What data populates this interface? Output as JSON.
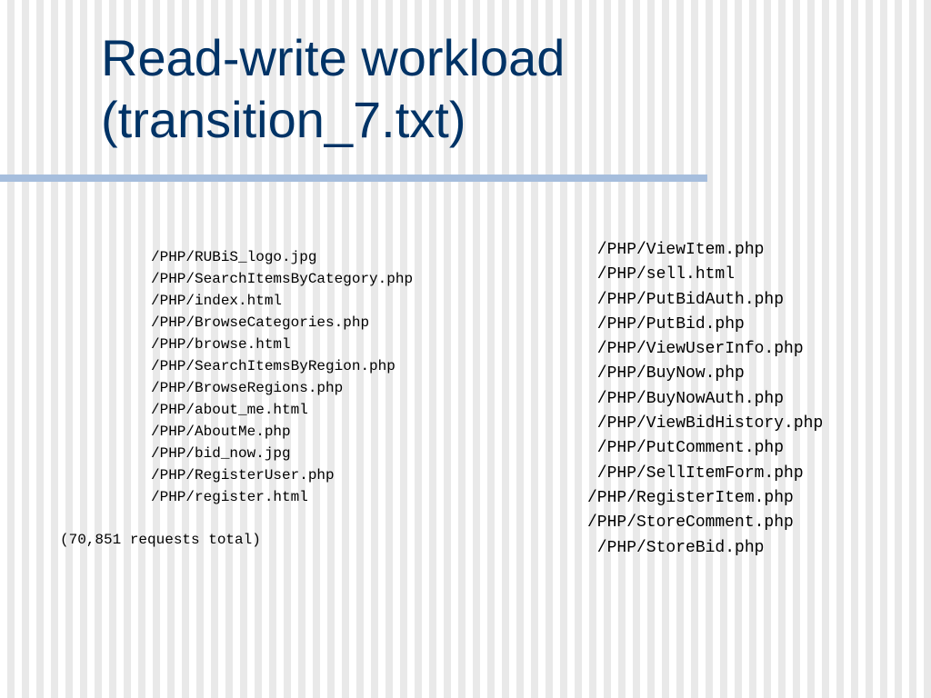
{
  "slide": {
    "title_line1": "Read-write workload",
    "title_line2": "(transition_7.txt)",
    "request_total": "(70,851 requests total)"
  },
  "left_list": [
    "/PHP/RUBiS_logo.jpg",
    "/PHP/SearchItemsByCategory.php",
    "/PHP/index.html",
    "/PHP/BrowseCategories.php",
    "/PHP/browse.html",
    "/PHP/SearchItemsByRegion.php",
    "/PHP/BrowseRegions.php",
    "/PHP/about_me.html",
    "/PHP/AboutMe.php",
    "/PHP/bid_now.jpg",
    "/PHP/RegisterUser.php",
    "/PHP/register.html"
  ],
  "right_list": [
    " /PHP/ViewItem.php",
    " /PHP/sell.html",
    " /PHP/PutBidAuth.php",
    " /PHP/PutBid.php",
    " /PHP/ViewUserInfo.php",
    " /PHP/BuyNow.php",
    " /PHP/BuyNowAuth.php",
    " /PHP/ViewBidHistory.php",
    " /PHP/PutComment.php",
    " /PHP/SellItemForm.php",
    "/PHP/RegisterItem.php",
    "/PHP/StoreComment.php",
    " /PHP/StoreBid.php"
  ],
  "colors": {
    "title": "#003366",
    "rule": "#a6bedd",
    "text": "#000000"
  }
}
